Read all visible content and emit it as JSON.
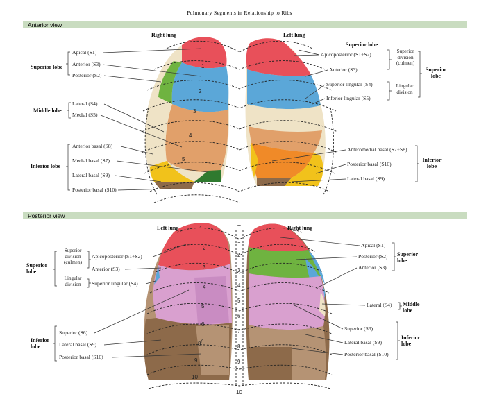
{
  "title": "Pulmonary Segments in Relationship to Ribs",
  "anterior": {
    "band": "Anterior view",
    "right_lung": "Right lung",
    "left_lung": "Left lung",
    "left_groups": [
      {
        "name": "Superior lobe",
        "items": [
          "Apical (S1)",
          "Anterior (S3)",
          "Posterior (S2)"
        ]
      },
      {
        "name": "Middle lobe",
        "items": [
          "Lateral (S4)",
          "Medial (S5)"
        ]
      },
      {
        "name": "Inferior lobe",
        "items": [
          "Anterior basal (S8)",
          "Medial basal (S7)",
          "Lateral basal (S9)",
          "Posterior basal (S10)"
        ]
      }
    ],
    "right_items": {
      "superior_lobe_top": "Superior lobe",
      "apicoposterior": "Apicoposterior (S1+S2)",
      "anterior": "Anterior (S3)",
      "superior_lingular": "Superior lingular (S4)",
      "inferior_lingular": "Inferior lingular (S5)",
      "superior_division": "Superior division (culmen)",
      "lingular_division": "Lingular division",
      "superior_lobe": "Superior lobe",
      "anteromedial_basal": "Anteromedial basal (S7+S8)",
      "posterior_basal": "Posterior basal (S10)",
      "lateral_basal": "Lateral basal (S9)",
      "inferior_lobe": "Inferior lobe"
    },
    "rib_numbers": [
      "1",
      "2",
      "3",
      "4",
      "5"
    ]
  },
  "posterior": {
    "band": "Posterior view",
    "left_lung": "Left lung",
    "right_lung": "Right lung",
    "left_items": {
      "superior_division": "Superior division (culmen)",
      "lingular_division": "Lingular division",
      "apicoposterior": "Apicoposterior (S1+S2)",
      "anterior": "Anterior (S3)",
      "superior_lingular": "Superior lingular (S4)",
      "superior_lobe": "Superior lobe",
      "superior": "Superior (S6)",
      "lateral_basal": "Lateral basal (S9)",
      "posterior_basal": "Posterior basal (S10)",
      "inferior_lobe": "Inferior lobe"
    },
    "right_items": {
      "apical": "Apical (S1)",
      "posterior": "Posterior (S2)",
      "anterior": "Anterior (S3)",
      "superior_lobe": "Superior lobe",
      "lateral": "Lateral (S4)",
      "middle_lobe": "Middle lobe",
      "superior": "Superior (S6)",
      "lateral_basal": "Lateral basal (S9)",
      "posterior_basal": "Posterior basal (S10)",
      "inferior_lobe": "Inferior lobe"
    },
    "spine_numbers": [
      "T",
      "1",
      "2",
      "3",
      "4",
      "5",
      "6",
      "7",
      "8",
      "9",
      "10"
    ],
    "rib_numbers": [
      "1",
      "2",
      "3",
      "4",
      "5",
      "6",
      "7",
      "8",
      "9",
      "10"
    ]
  },
  "colors": {
    "band": "#c9dcc0",
    "apical": "#e8505a",
    "anterior": "#5ba7d8",
    "posterior_seg": "#6fb340",
    "lateral_middle": "#efe3c6",
    "medial_middle": "#e1a06a",
    "basal_yellow": "#f1c21b",
    "basal_orange": "#f08a28",
    "basal_brown": "#8d6a4a",
    "superior_s6": "#d9a0cf",
    "basal_tan": "#b59374",
    "green_dark": "#2f7a2f"
  }
}
